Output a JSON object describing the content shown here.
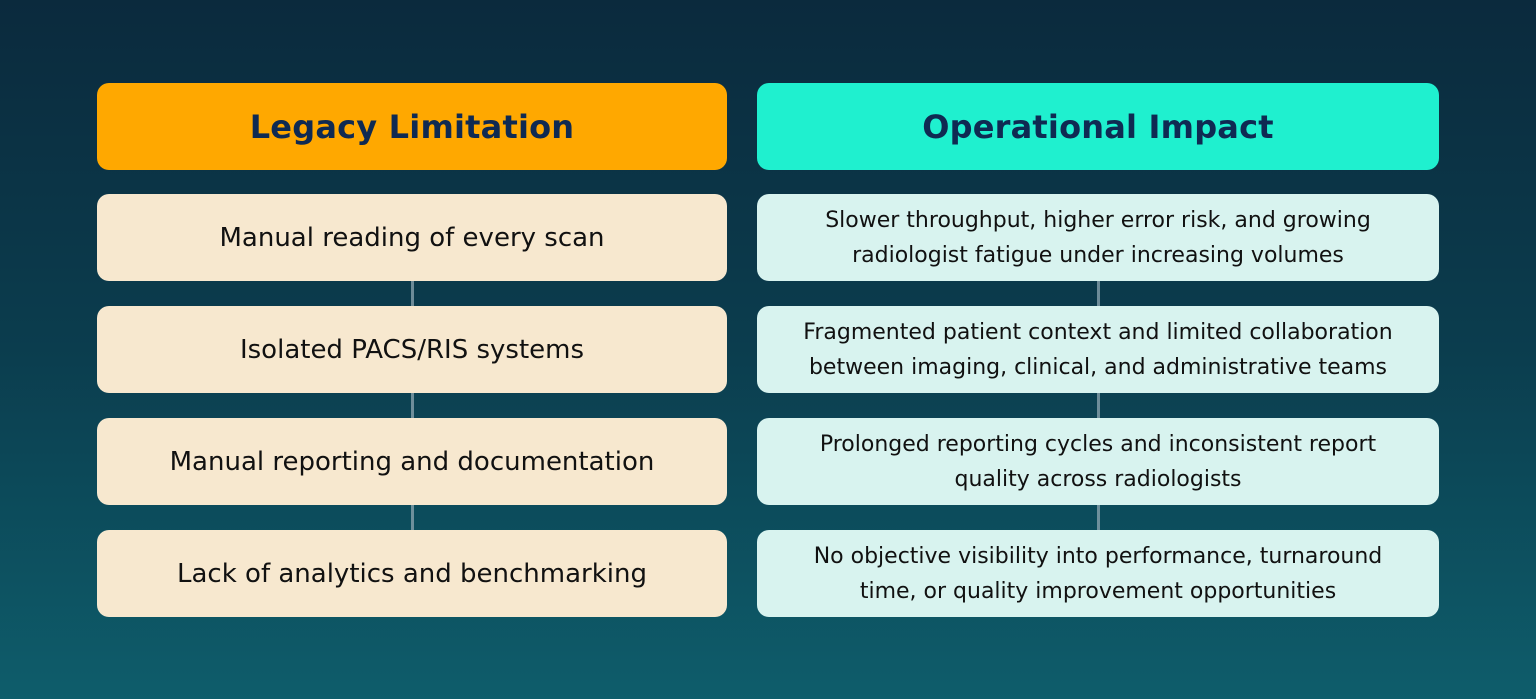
{
  "left_column": {
    "header": "Legacy Limitation",
    "color": "#ffa800",
    "rows": [
      "Manual reading of every scan",
      "Isolated PACS/RIS systems",
      "Manual reporting and documentation",
      "Lack of analytics and benchmarking"
    ]
  },
  "right_column": {
    "header": "Operational Impact",
    "color": "#1ff0cf",
    "rows": [
      "Slower throughput, higher error risk, and growing radiologist fatigue under increasing volumes",
      "Fragmented patient context and limited collaboration between imaging, clinical, and administrative teams",
      "Prolonged reporting cycles and inconsistent report quality across radiologists",
      "No objective visibility into performance, turnaround time, or quality improvement opportunities"
    ]
  }
}
